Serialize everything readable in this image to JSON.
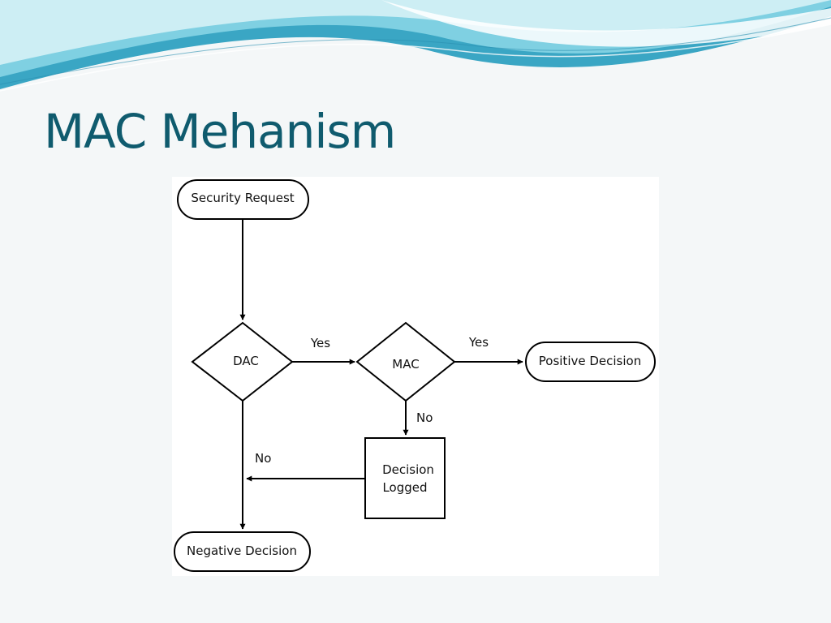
{
  "slide": {
    "title": "MAC Mehanism",
    "colors": {
      "title": "#0f5b6e",
      "background": "#f4f7f8",
      "wave_light": "#bfe6ee",
      "wave_mid": "#6cc8dc",
      "wave_dark": "#2f9fc0"
    }
  },
  "diagram": {
    "nodes": {
      "security_request": "Security Request",
      "dac": "DAC",
      "mac": "MAC",
      "positive_decision": "Positive Decision",
      "decision_logged_line1": "Decision",
      "decision_logged_line2": "Logged",
      "negative_decision": "Negative Decision"
    },
    "edges": {
      "dac_yes": "Yes",
      "mac_yes": "Yes",
      "mac_no": "No",
      "dac_no": "No"
    }
  }
}
